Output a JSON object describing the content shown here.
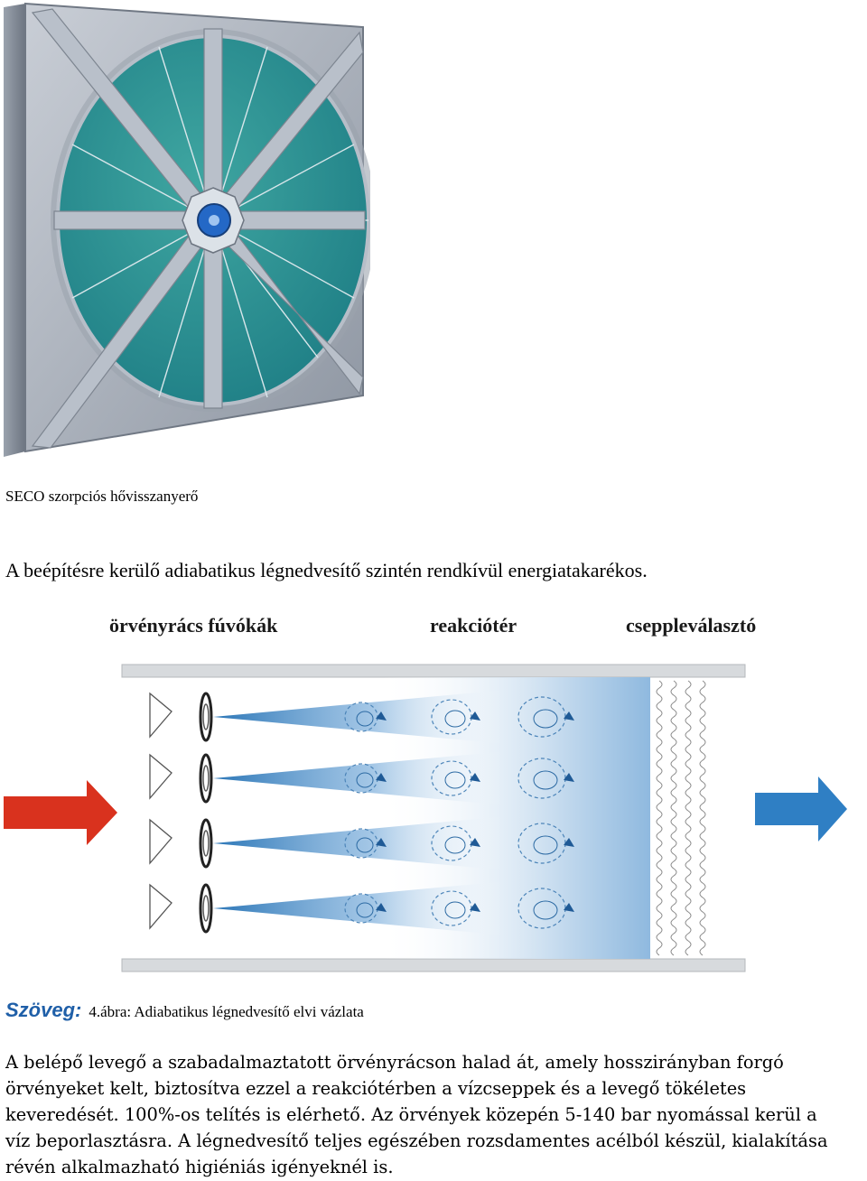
{
  "photo": {
    "caption": "SECO szorpciós hővisszanyerő"
  },
  "intro": "A beépítésre kerülő adiabatikus légnedvesítő szintén rendkívül energiatakarékos.",
  "diagram": {
    "labels": [
      "örvényrács fúvókák",
      "reakciótér",
      "cseppleválasztó"
    ],
    "colors": {
      "inlet": "#d9321e",
      "outlet": "#2f7fc4",
      "spray": "#2b76b7"
    }
  },
  "figure": {
    "prefix": "Szöveg:",
    "caption": "4.ábra: Adiabatikus légnedvesítő elvi vázlata"
  },
  "body_lines": [
    "A belépő levegő a szabadalmaztatott örvényrácson halad át, amely hosszirányban forgó",
    "örvényeket kelt, biztosítva ezzel a reakciótérben a vízcseppek és a levegő tökéletes",
    "keveredését. 100%-os telítés is elérhető. Az örvények közepén 5-140 bar nyomással kerül a",
    "víz beporlasztásra. A légnedvesítő teljes egészében rozsdamentes acélból készül, kialakítása",
    "révén alkalmazható higiéniás igényeknél is."
  ]
}
